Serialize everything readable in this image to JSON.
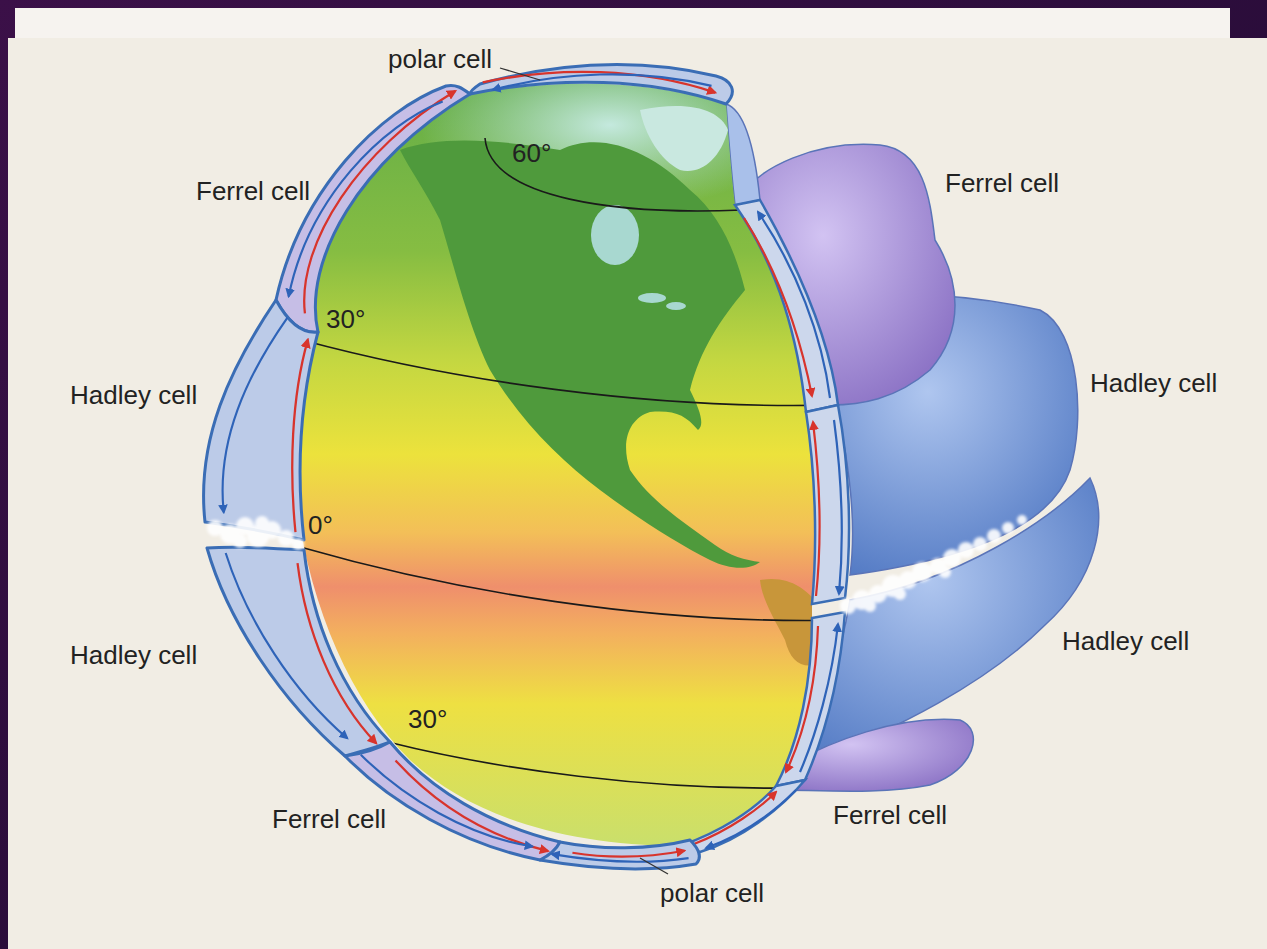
{
  "diagram": {
    "labels": [
      "polar cell",
      "Ferrel cell",
      "60°",
      "Ferrel cell",
      "30°",
      "Hadley cell",
      "Hadley cell",
      "0°",
      "Hadley cell",
      "Hadley cell",
      "30°",
      "Ferrel cell",
      "Ferrel cell",
      "polar cell"
    ]
  }
}
